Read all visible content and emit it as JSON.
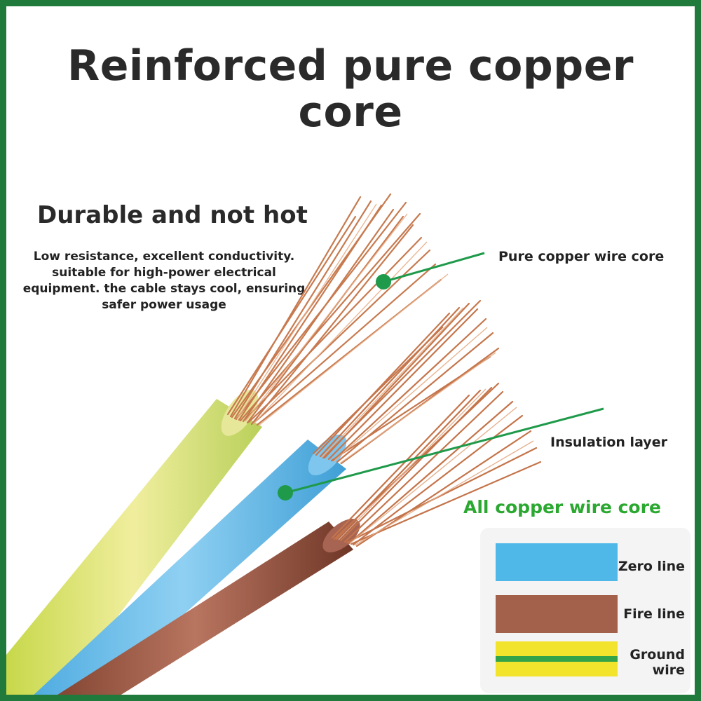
{
  "title": "Reinforced pure copper core",
  "subheading": "Durable and not hot",
  "description": "Low resistance, excellent conductivity. suitable for high-power electrical equipment. the cable stays cool, ensuring safer power usage",
  "callouts": {
    "core": "Pure copper wire core",
    "insulation": "Insulation layer"
  },
  "legend": {
    "title": "All copper wire core",
    "items": [
      {
        "label": "Zero line",
        "color": "#4fb8e8"
      },
      {
        "label": "Fire line",
        "color": "#a3614c"
      },
      {
        "label": "Ground wire",
        "color": "#f2e32c",
        "stripe": "#33a34a"
      }
    ]
  },
  "colors": {
    "frame": "#1f7a3c",
    "callout_line": "#1f9a4a",
    "copper": "#c9784f",
    "legend_title": "#2aa830"
  }
}
